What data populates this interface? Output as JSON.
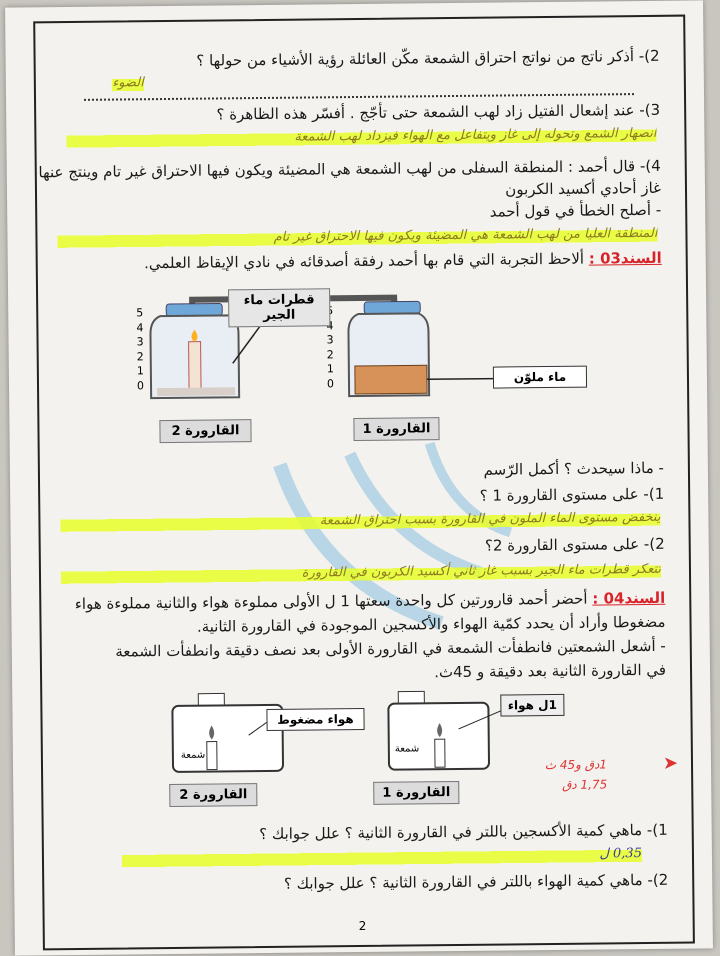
{
  "q2": {
    "text": "2)- أذكر ناتج من نواتج احتراق الشمعة مكّن العائلة  رؤية الأشياء من حولها ؟",
    "answer": "الضوء"
  },
  "q3": {
    "text": "3)- عند إشعال الفتيل زاد لهب الشمعة حتى تأجّج . أفسّر هذه الظاهرة ؟",
    "answer": "انصهار الشمع وتحوله إلى غاز ويتفاعل مع الهواء فيزداد لهب الشمعة"
  },
  "q4": {
    "line1": "4)- قال أحمد : المنطقة السفلى من لهب الشمعة هي المضيئة ويكون فيها الاحتراق غير تام وينتج عنها",
    "line2": "غاز أحادي أكسيد الكربون",
    "line3": "- أصلح الخطأ في قول أحمد",
    "answer": "المنطقة العليا من لهب الشمعة هي المضيئة ويكون فيها الاحتراق غير تام"
  },
  "s3": {
    "label": "السند03 :",
    "text": "ألاحظ التجربة التي قام بها أحمد رفقة أصدقائه في نادي الإيقاظ العلمي.",
    "callout_limewater": "قطرات ماء الجير",
    "callout_water": "ماء ملوّن",
    "bottle2": "القارورة 2",
    "bottle1": "القارورة 1",
    "scale": [
      "5",
      "4",
      "3",
      "2",
      "1",
      "0"
    ],
    "q_intro": "- ماذا سيحدث ؟ أكمل الرّسم",
    "q1": "1)- على مستوى القارورة 1 ؟",
    "a1": "ينخفض مستوى الماء الملون في القارورة بسبب احتراق الشمعة",
    "q2": "2)- على مستوى القارورة 2؟",
    "a2": "تتعكر قطرات ماء الجير بسبب غاز ثاني أكسيد الكربون في القارورة"
  },
  "s4": {
    "label": "السند04 :",
    "line1": "أحضر أحمد قارورتين كل واحدة  سعتها  1 ل الأولى مملوءة هواء والثانية مملوءة هواء",
    "line2": "مضغوطا وأراد أن يحدد كمّية الهواء  والأكسجين الموجودة في القارورة الثانية.",
    "line3": "- أشعل الشمعتين فانطفأت الشمعة في القارورة الأولى بعد نصف دقيقة وانطفأت الشمعة",
    "line4": "في القارورة الثانية بعد دقيقة و 45ث.",
    "callout_compressed": "هواء مضغوط",
    "callout_air": "1ل هواء",
    "candle_a": "شمعة",
    "candle_b": "شمعة",
    "bottle2": "القارورة 2",
    "bottle1": "القارورة 1",
    "margin_note1": "1دق و45 ث",
    "margin_note2": "1,75 دق",
    "q1": "1)- ماهي كمية الأكسجين باللتر في القارورة الثانية ؟ علل جوابك ؟",
    "a1": "0,35 ل",
    "q2": "2)- ماهي كمية الهواء  باللتر في القارورة الثانية ؟ علل جوابك ؟"
  },
  "page_number": "2"
}
